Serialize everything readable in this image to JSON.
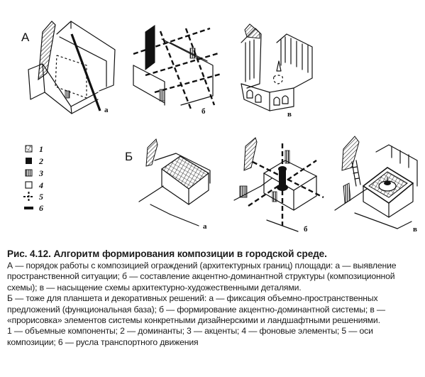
{
  "row_labels": {
    "top": "А",
    "bottom": "Б"
  },
  "sub_labels": {
    "top_a": "а",
    "top_b": "б",
    "top_v": "в",
    "bottom_a": "а",
    "bottom_b": "б",
    "bottom_v": "в"
  },
  "legend": [
    {
      "number": "1",
      "icon": "volumetric-component-hatched-square"
    },
    {
      "number": "2",
      "icon": "dominant-black-square"
    },
    {
      "number": "3",
      "icon": "accent-striped-square"
    },
    {
      "number": "4",
      "icon": "background-white-square"
    },
    {
      "number": "5",
      "icon": "composition-axis-dashed-cross"
    },
    {
      "number": "6",
      "icon": "transport-route-thick-dash"
    }
  ],
  "caption": {
    "title": "Рис. 4.12. Алгоритм формирования композиции в городской среде.",
    "para1": "А — порядок работы с композицией ограждений (архитектурных границ) площади: а — выявление пространственной ситуации; б — составление акцентно-доминантной структуры (композиционной схемы); в — насыщение схемы архитектурно-художественными деталями.",
    "para2": "Б — тоже для планшета и декоративных решений: а — фиксация объемно-пространственных предложений (функциональная база); б — формирование акцентно-доминантной системы; в — «прорисовка» элементов системы конкретными дизайнерскими и ландшафтными решениями.",
    "para3": "1 — объемные компоненты; 2 — доминанты; 3 — акценты; 4 — фоновые элементы; 5 — оси композиции; 6 — русла транспортного движения"
  },
  "colors": {
    "ink": "#111111",
    "paper": "#ffffff"
  }
}
